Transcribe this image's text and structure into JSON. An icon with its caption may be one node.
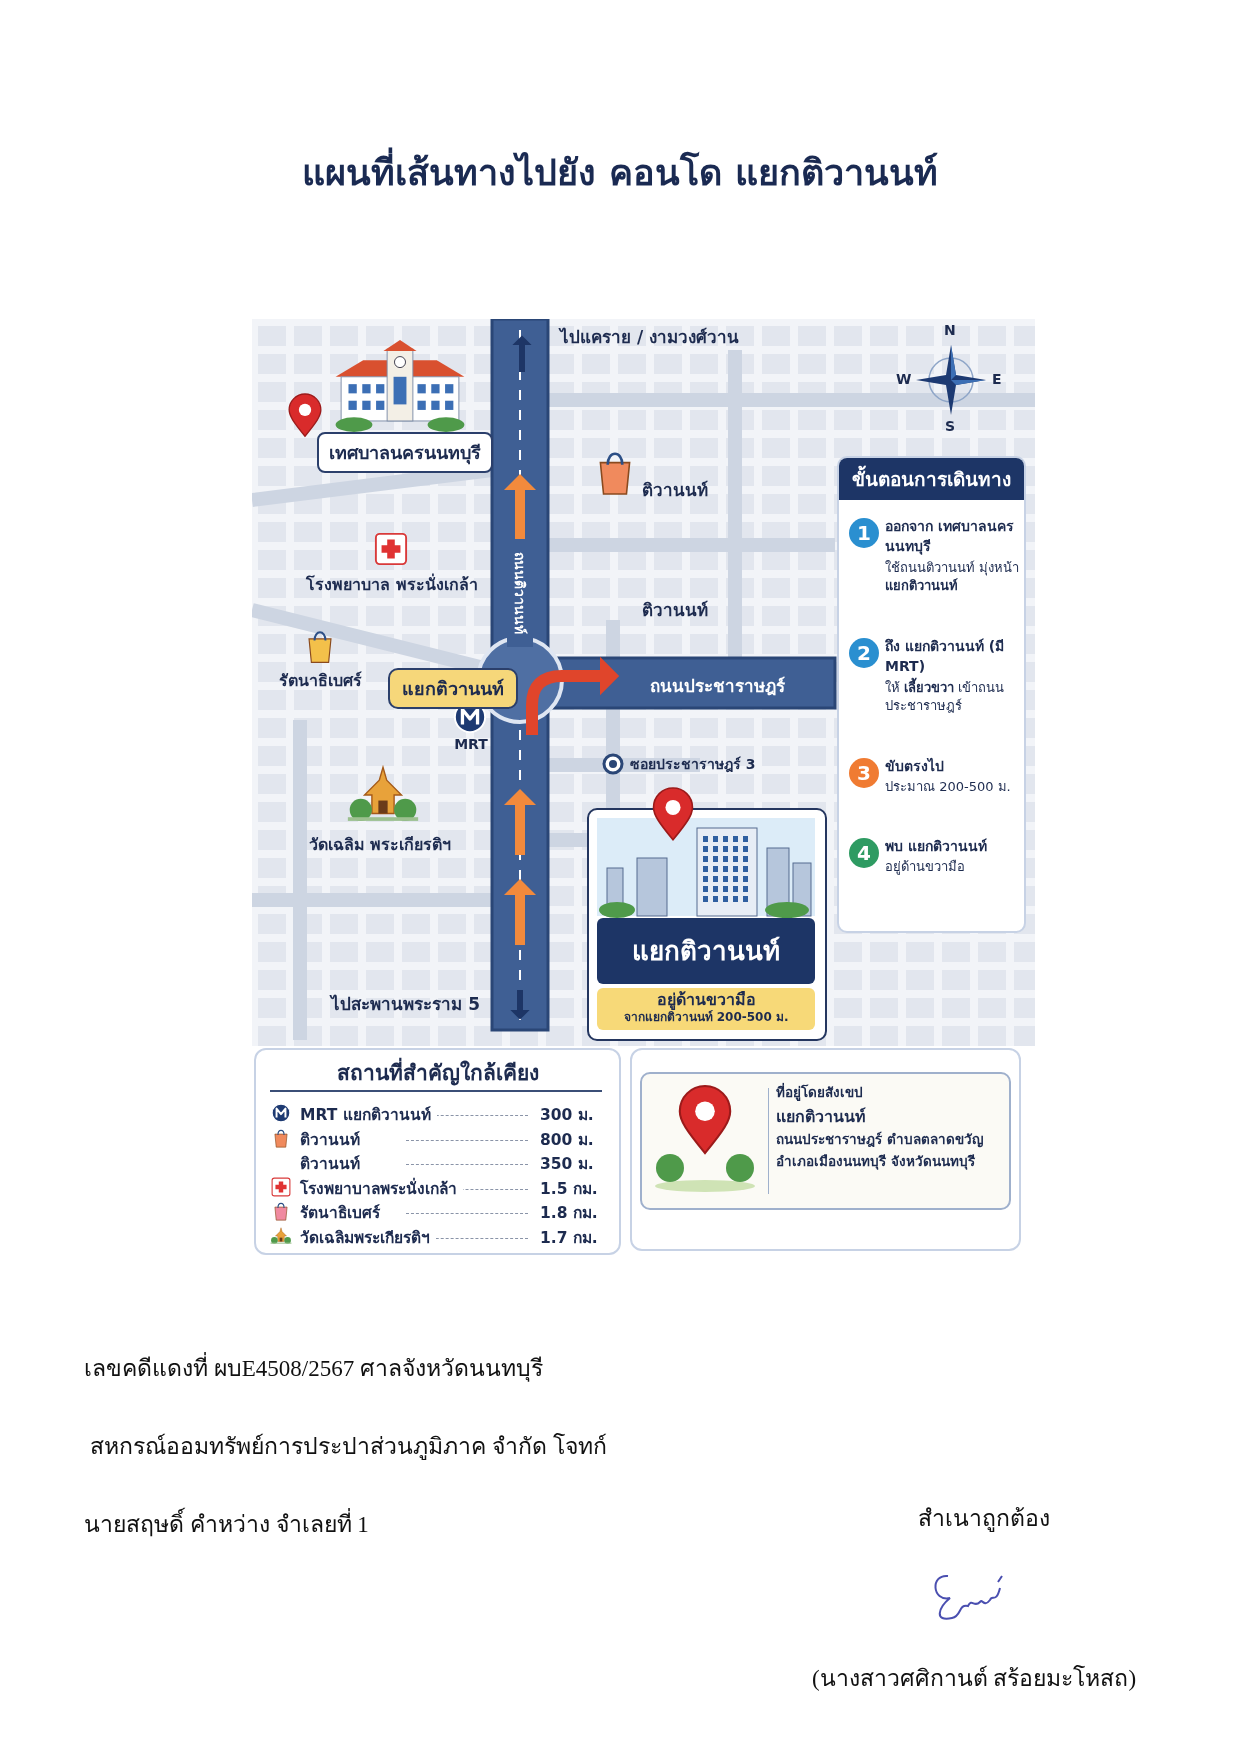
{
  "diagram": {
    "title": "แผนที่เส้นทางไปยัง คอนโด แยกติวานนท์",
    "nodes": [
      {
        "text": [
          "เทศบาลนครนนทบุรี"
        ]
      },
      {
        "text": [
          "แยกติวานนท์"
        ]
      },
      {
        "text": [
          "แยกติวานนท์"
        ]
      },
      {
        "text": [
          "อยู่ด้านขวามือ",
          "จากแยกติวานนท์ 200-500 ม."
        ],
        "in": 2
      },
      {
        "text": [
          "ขั้นตอนการเดินทาง"
        ]
      },
      {
        "text": [
          "1"
        ],
        "in": 4,
        "beside": [
          "ออกจาก เทศบาลนครนนทบุรี",
          "ใช้ถนนติวานนท์ มุ่งหน้า **แยกติวานนท์**"
        ]
      },
      {
        "text": [
          "2"
        ],
        "in": 4,
        "beside": [
          "ถึง แยกติวานนท์ (มี MRT)",
          "ให้ **เลี้ยวขวา** เข้าถนนประชาราษฎร์"
        ]
      },
      {
        "text": [
          "3"
        ],
        "in": 4,
        "beside": [
          "ขับตรงไป",
          "ประมาณ 200-500 ม."
        ]
      },
      {
        "text": [
          "4"
        ],
        "in": 4,
        "beside": [
          "พบ แยกติวานนท์",
          "อยู่ด้านขวามือ"
        ]
      },
      {
        "text": [
          "สถานที่สำคัญใกล้เคียง"
        ]
      },
      {
        "text": [
          "ที่อยู่โดยสังเขป",
          "แยกติวานนท์",
          "ถนนประชาราษฎร์ ตำบลตลาดขวัญ อำเภอเมืองนนทบุรี จังหวัดนนทบุรี"
        ]
      }
    ],
    "labels": [
      "ไปแคราย / งามวงศ์วาน",
      "N",
      "W",
      "E",
      "S",
      "ติวานนท์",
      "โรงพยาบาล พระนั่งเกล้า",
      "ถนนติวานนท์",
      "ติวานนท์",
      "รัตนาธิเบศร์",
      "ถนนประชาราษฎร์",
      "MRT",
      "ซอยประชาราษฎร์ 3",
      "วัดเฉลิม พระเกียรติฯ",
      "ไปสะพานพระราม 5",
      "MRT แยกติวานนท์",
      "300 ม.",
      "ติวานนท์",
      "800 ม.",
      "ติวานนท์",
      "350 ม.",
      "โรงพยาบาลพระนั่งเกล้า",
      "1.5 กม.",
      "รัตนาธิเบศร์",
      "1.8 กม.",
      "วัดเฉลิมพระเกียรติฯ",
      "1.7 กม.",
      "เลขคดีแดงที่ ผบE4508/2567 ศาลจังหวัดนนทบุรี",
      "สหกรณ์ออมทรัพย์การประปาส่วนภูมิภาค จำกัด โจทก์",
      "นายสฤษดิ์ คำหว่าง จำเลยที่ 1",
      "สำเนาถูกต้อง",
      "(นางสาวศศิกานต์ สร้อยมะโหสถ)"
    ]
  }
}
